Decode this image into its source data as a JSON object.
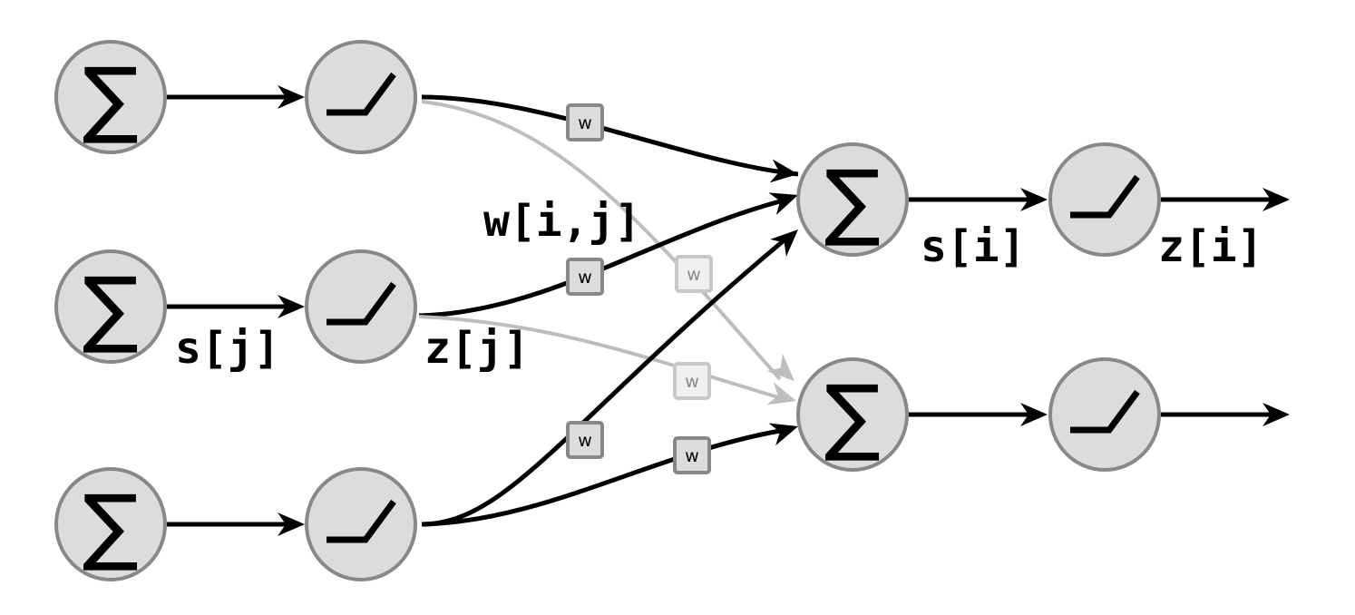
{
  "diagram": {
    "sum_symbol": "∑",
    "weight_box_label": "w",
    "labels": {
      "s_j": "s[j]",
      "z_j": "z[j]",
      "w_ij": "w[i,j]",
      "s_i": "s[i]",
      "z_i": "z[i]"
    },
    "colors": {
      "node_fill": "#dcdcdc",
      "node_stroke": "#888888",
      "active_edge": "#000000",
      "inactive_edge": "#bdbdbd"
    }
  }
}
